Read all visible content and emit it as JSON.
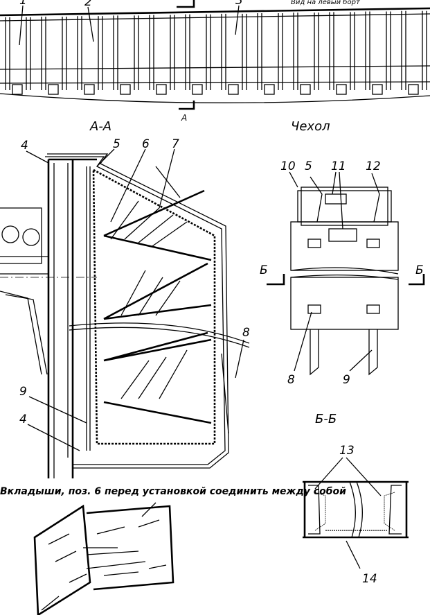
{
  "top_view": {
    "pos1": "1",
    "pos2": "2",
    "pos3": "3",
    "section_mark": "A",
    "view_note": "Вид на левый борт"
  },
  "section_aa": {
    "title": "А-А",
    "pos4": "4",
    "pos5": "5",
    "pos6": "6",
    "pos7": "7",
    "pos8": "8",
    "pos9": "9",
    "pos4b": "4"
  },
  "cover": {
    "title": "Чехол",
    "pos10": "10",
    "pos5": "5",
    "pos11": "11",
    "pos12": "12",
    "pos8": "8",
    "pos9": "9",
    "section_mark": "Б"
  },
  "section_bb": {
    "title": "Б-Б",
    "pos13": "13",
    "pos14": "14"
  },
  "note": "Вкладыши, поз. 6 перед установкой соединить между собой"
}
